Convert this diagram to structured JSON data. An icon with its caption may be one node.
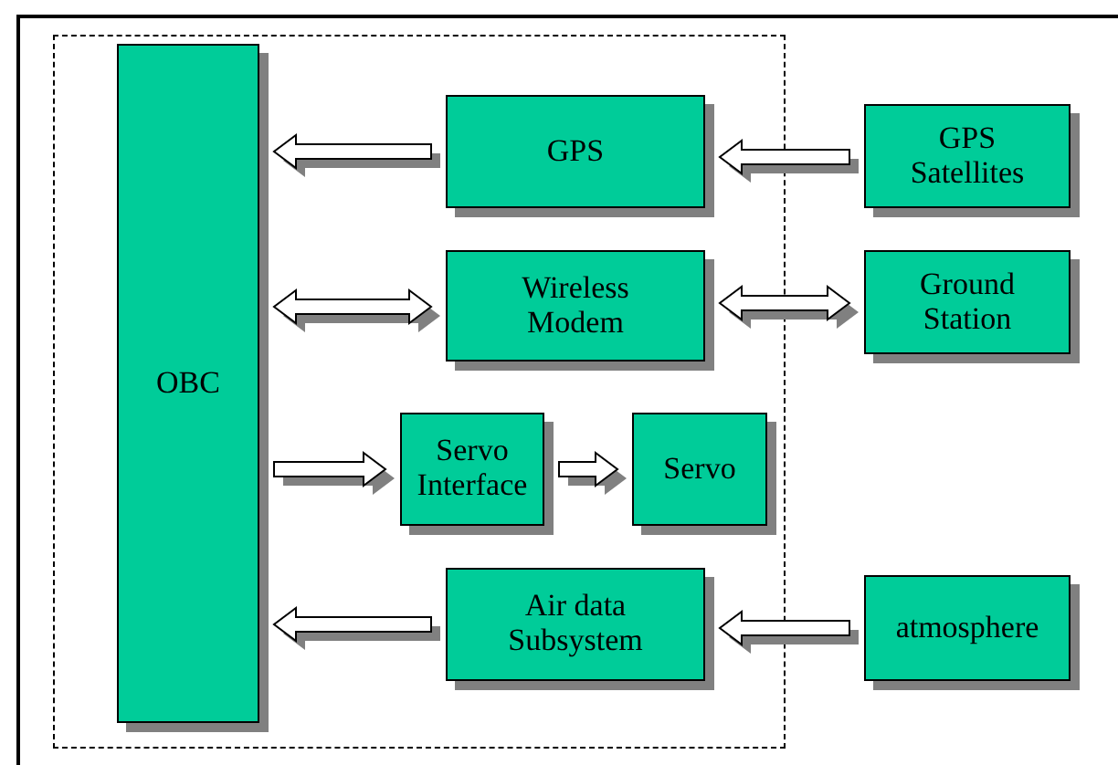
{
  "diagram": {
    "nodes": [
      {
        "text": [],
        "shape": "box"
      },
      {
        "text": [
          "OBC"
        ],
        "in": 0
      },
      {
        "text": [
          "GPS"
        ],
        "in": 0
      },
      {
        "text": [
          "GPS Satellites"
        ]
      },
      {
        "text": [
          "Wireless Modem"
        ],
        "in": 0
      },
      {
        "text": [
          "Ground Station"
        ]
      },
      {
        "text": [
          "Servo Interface"
        ],
        "in": 0
      },
      {
        "text": [
          "Servo"
        ],
        "in": 0
      },
      {
        "text": [
          "Air data Subsystem"
        ],
        "in": 0
      },
      {
        "text": [
          "atmosphere"
        ]
      }
    ],
    "edges": [
      {
        "from": 2,
        "to": 1,
        "arrow": "to"
      },
      {
        "from": 3,
        "to": 2,
        "arrow": "to"
      },
      {
        "from": 1,
        "to": 4,
        "arrow": "both"
      },
      {
        "from": 4,
        "to": 5,
        "arrow": "both"
      },
      {
        "from": 1,
        "to": 6,
        "arrow": "to"
      },
      {
        "from": 6,
        "to": 7,
        "arrow": "to"
      },
      {
        "from": 8,
        "to": 1,
        "arrow": "to"
      },
      {
        "from": 9,
        "to": 8,
        "arrow": "to"
      }
    ]
  }
}
